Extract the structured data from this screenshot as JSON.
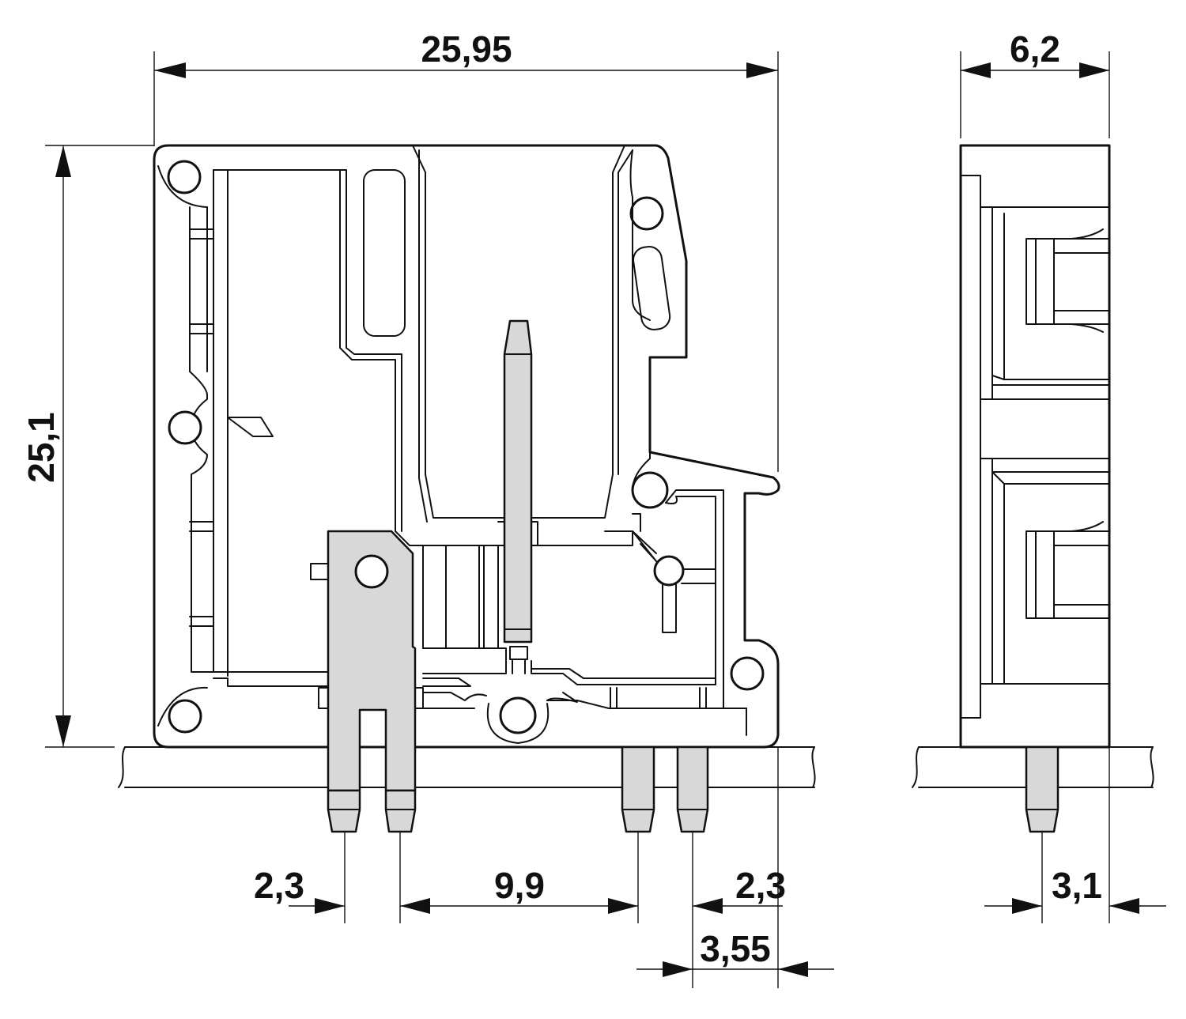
{
  "dimensions": {
    "overall_width": "25,95",
    "overall_height": "25,1",
    "side_width": "6,2",
    "pin_pitch_left": "2,3",
    "pin_span": "9,9",
    "pin_pitch_right": "2,3",
    "edge_offset": "3,55",
    "side_pin_offset": "3,1"
  }
}
